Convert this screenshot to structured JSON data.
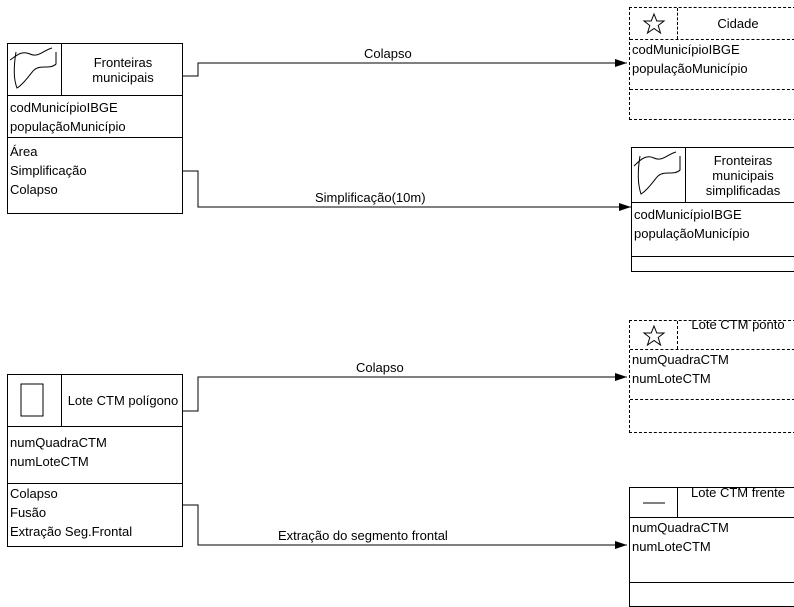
{
  "classes": {
    "fronteiras_municipais": {
      "title": "Fronteiras municipais",
      "attributes": [
        "codMunicípioIBGE",
        "populaçãoMunicípio"
      ],
      "operations": [
        "Área",
        "Simplificação",
        "Colapso"
      ],
      "icon": "region-icon"
    },
    "cidade": {
      "title": "Cidade",
      "attributes": [
        "codMunicípioIBGE",
        "populaçãoMunicípio"
      ],
      "icon": "star-icon"
    },
    "fronteiras_simplificadas": {
      "title": "Fronteiras municipais simplificadas",
      "attributes": [
        "codMunicípioIBGE",
        "populaçãoMunicípio"
      ],
      "icon": "region-icon"
    },
    "lote_poligono": {
      "title": "Lote CTM polígono",
      "attributes": [
        "numQuadraCTM",
        "numLoteCTM"
      ],
      "operations": [
        "Colapso",
        "Fusão",
        "Extração Seg.Frontal"
      ],
      "icon": "polygon-icon"
    },
    "lote_ponto": {
      "title": "Lote CTM ponto",
      "attributes": [
        "numQuadraCTM",
        "numLoteCTM"
      ],
      "icon": "star-icon"
    },
    "lote_frente": {
      "title": "Lote CTM frente",
      "attributes": [
        "numQuadraCTM",
        "numLoteCTM"
      ],
      "icon": "line-icon"
    }
  },
  "connectors": {
    "colapso_top": "Colapso",
    "simplificacao": "Simplificação(10m)",
    "colapso_bottom": "Colapso",
    "extracao": "Extração do segmento frontal"
  }
}
